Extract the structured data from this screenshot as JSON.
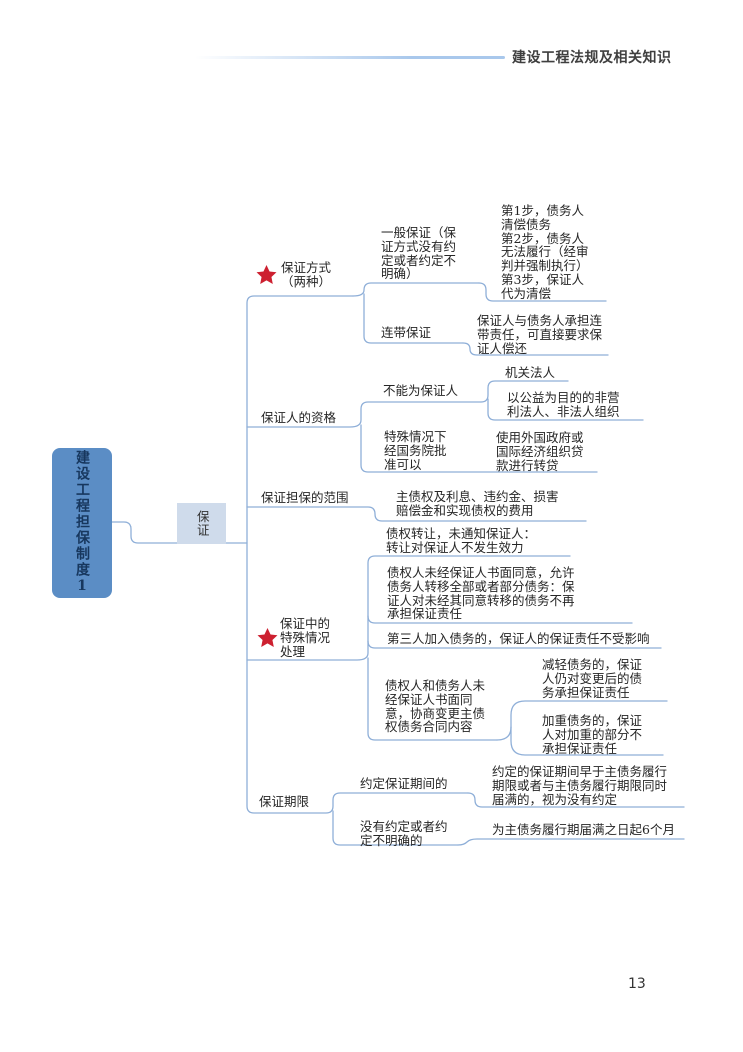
{
  "header": {
    "title": "建设工程法规及相关知识"
  },
  "page": {
    "number": "13"
  },
  "colors": {
    "line": "#8fafd8",
    "star": "#cd2030",
    "rootfill": "#5b8dc5",
    "roottext": "#17375e",
    "centerfill": "#cfdbeb"
  },
  "map": {
    "root": "建设工程担保制度1",
    "center": "保证",
    "b1": "保证方式（两种）",
    "b1c1": "一般保证（保证方式没有约定或者约定不明确）",
    "b1c1g": "第1步，债务人清偿债务\n第2步，债务人无法履行（经审判并强制执行）\n第3步，保证人代为清偿",
    "b1c2": "连带保证",
    "b1c2g": "保证人与债务人承担连带责任，可直接要求保证人偿还",
    "b2": "保证人的资格",
    "b2c1": "不能为保证人",
    "b2c1g1": "机关法人",
    "b2c1g2": "以公益为目的的非营利法人、非法人组织",
    "b2c2": "特殊情况下经国务院批准可以",
    "b2c2g": "使用外国政府或国际经济组织贷款进行转贷",
    "b3": "保证担保的范围",
    "b3c": "主债权及利息、违约金、损害赔偿金和实现债权的费用",
    "b4": "保证中的特殊情况处理",
    "b4c1": "债权转让，未通知保证人：转让对保证人不发生效力",
    "b4c2": "债权人未经保证人书面同意，允许债务人转移全部或者部分债务：保证人对未经其同意转移的债务不再承担保证责任",
    "b4c3": "第三人加入债务的，保证人的保证责任不受影响",
    "b4c4": "债权人和债务人未经保证人书面同意，协商变更主债权债务合同内容",
    "b4c4g1": "减轻债务的，保证人仍对变更后的债务承担保证责任",
    "b4c4g2": "加重债务的，保证人对加重的部分不承担保证责任",
    "b5": "保证期限",
    "b5c1": "约定保证期间的",
    "b5c1g": "约定的保证期间早于主债务履行期限或者与主债务履行期限同时届满的，视为没有约定",
    "b5c2": "没有约定或者约定不明确的",
    "b5c2g": "为主债务履行期届满之日起6个月"
  }
}
